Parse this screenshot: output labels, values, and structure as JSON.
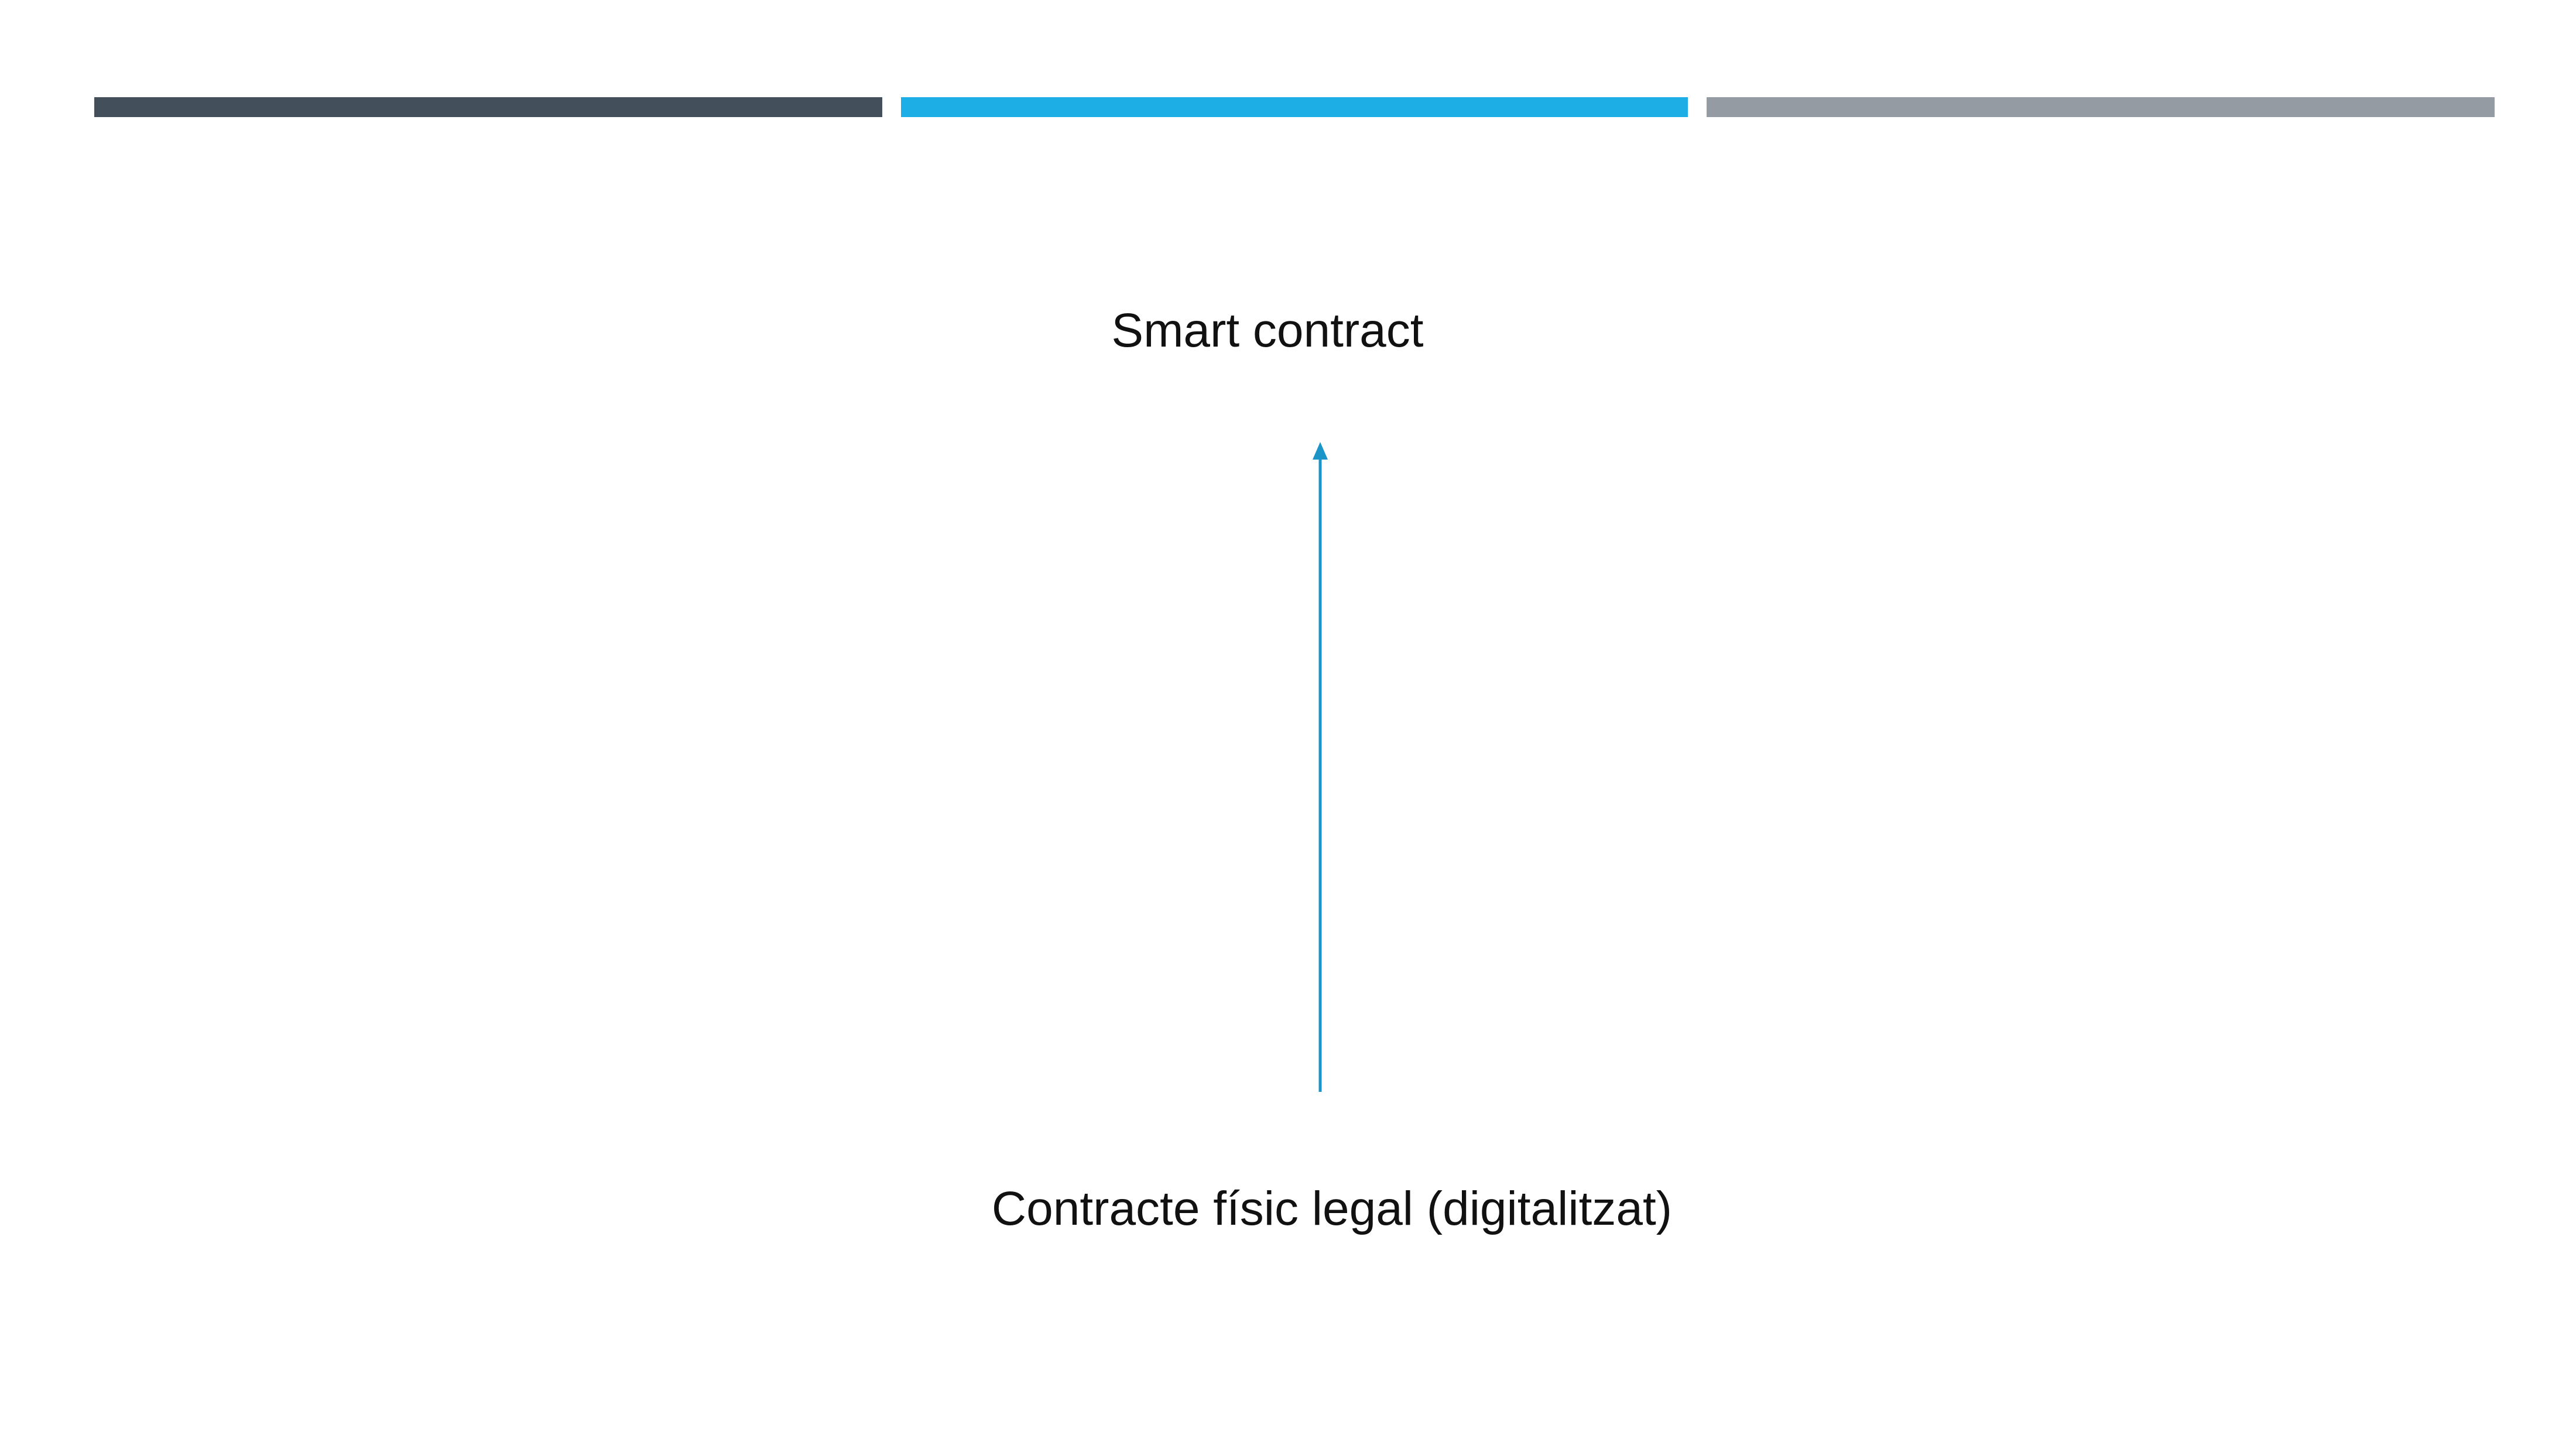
{
  "header": {
    "bars": [
      {
        "color": "#434f5a"
      },
      {
        "color": "#1daee5"
      },
      {
        "color": "#949ba3"
      }
    ]
  },
  "diagram": {
    "top_label": "Smart contract",
    "bottom_label": "Contracte físic legal (digitalitzat)",
    "arrow_color": "#1b95c7",
    "arrow_direction": "up"
  }
}
